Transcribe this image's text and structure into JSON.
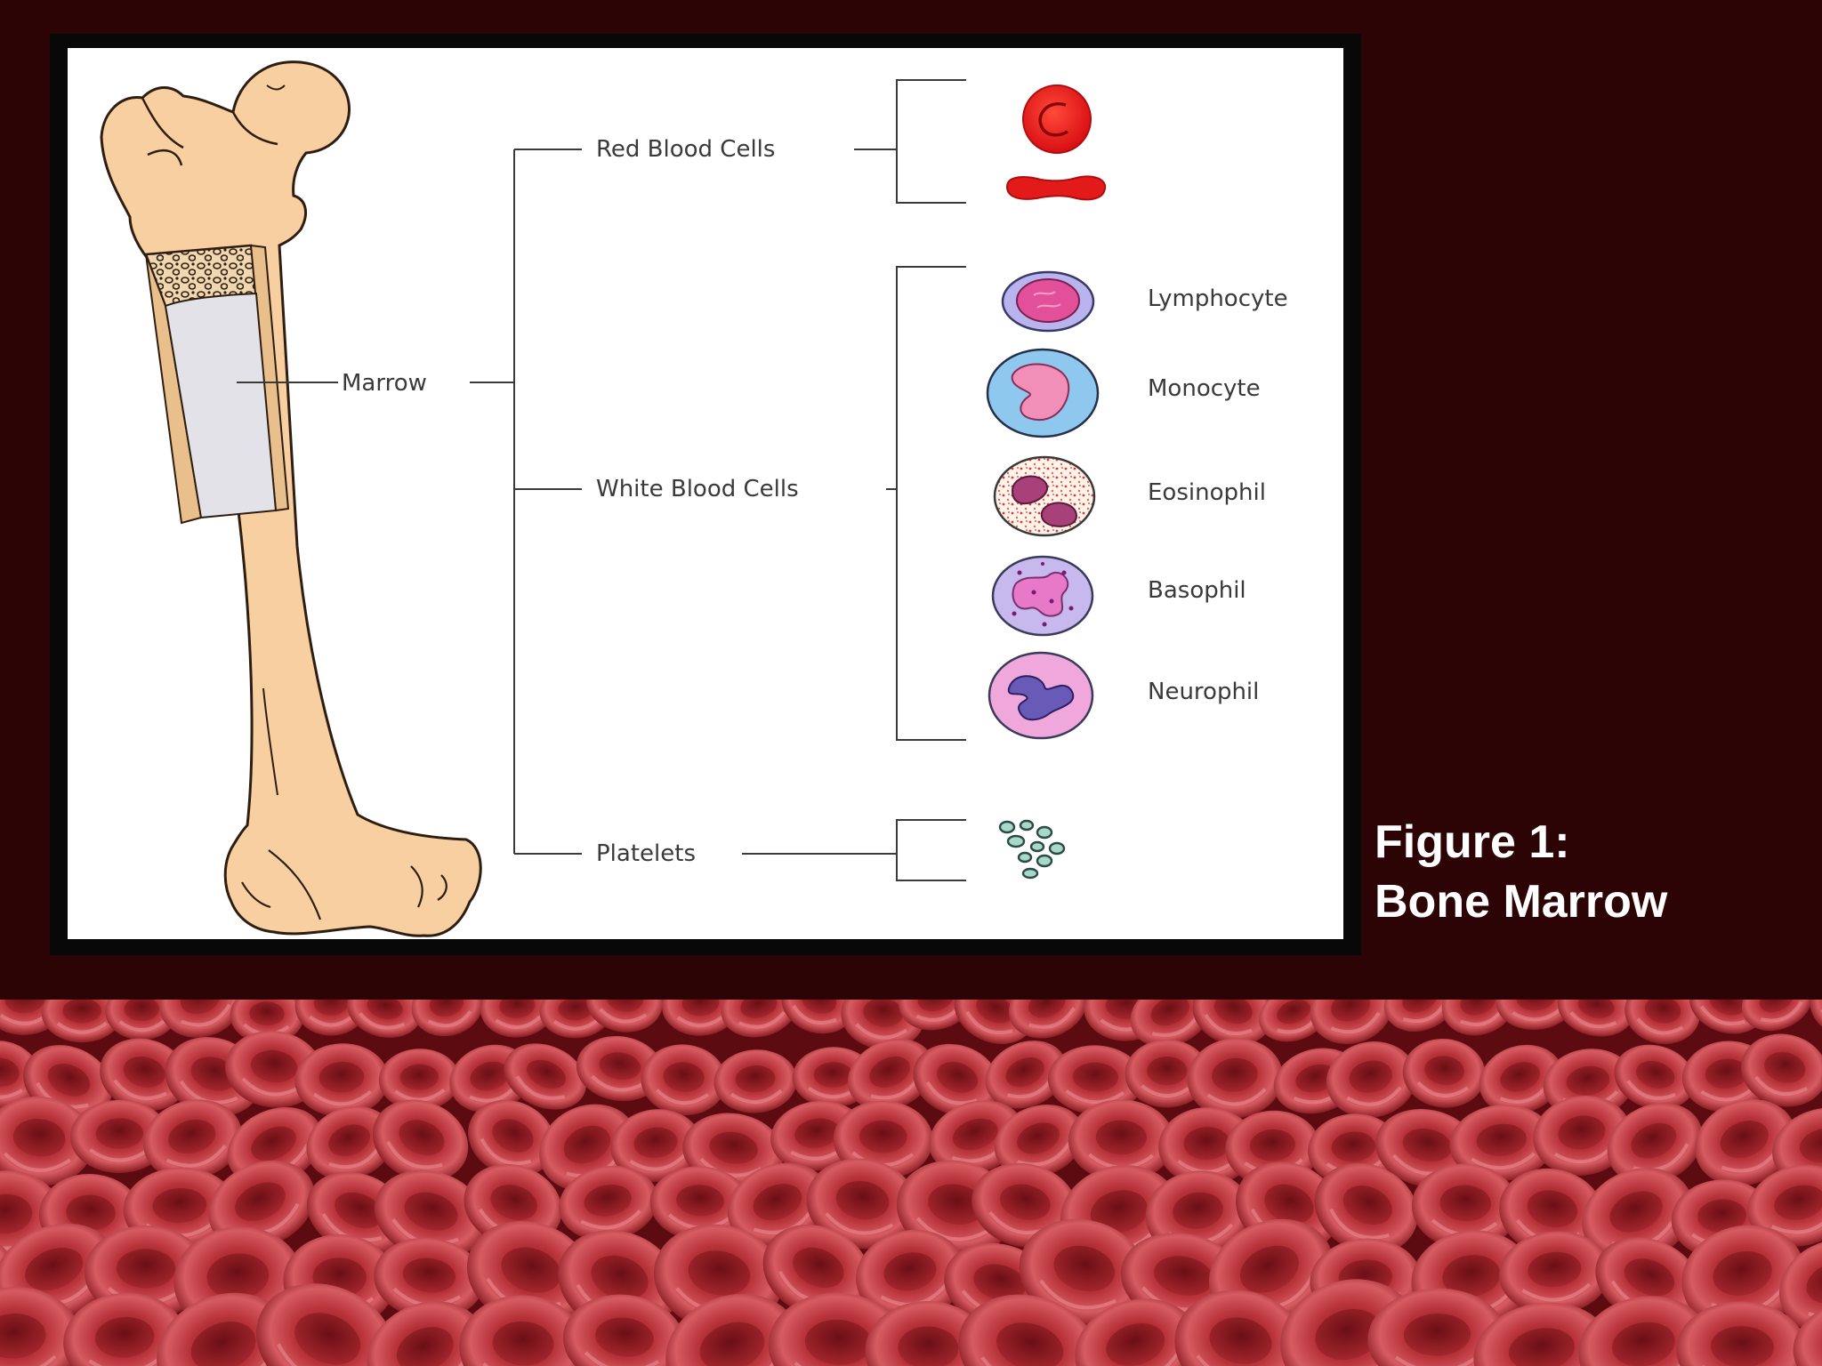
{
  "diagram": {
    "marrow_label": "Marrow",
    "categories": {
      "red_blood_cells": "Red Blood Cells",
      "white_blood_cells": "White Blood Cells",
      "platelets": "Platelets"
    },
    "white_cell_types": [
      "Lymphocyte",
      "Monocyte",
      "Eosinophil",
      "Basophil",
      "Neurophil"
    ]
  },
  "caption": {
    "line1": "Figure 1:",
    "line2": "Bone Marrow"
  },
  "colors": {
    "slide_background": "#2c0405",
    "bone": "#f8cfa0",
    "bone_outline": "#2e1e12",
    "marrow_cavity": "#e2e2e8",
    "red_cell": "#e31a1a",
    "caption_text": "#ffffff",
    "rbc_photo": "#b8333a"
  },
  "icons": [
    "femur-illustration",
    "red-blood-cell-icon",
    "lymphocyte-icon",
    "monocyte-icon",
    "eosinophil-icon",
    "basophil-icon",
    "neutrophil-icon",
    "platelets-icon",
    "red-blood-cells-photo"
  ]
}
